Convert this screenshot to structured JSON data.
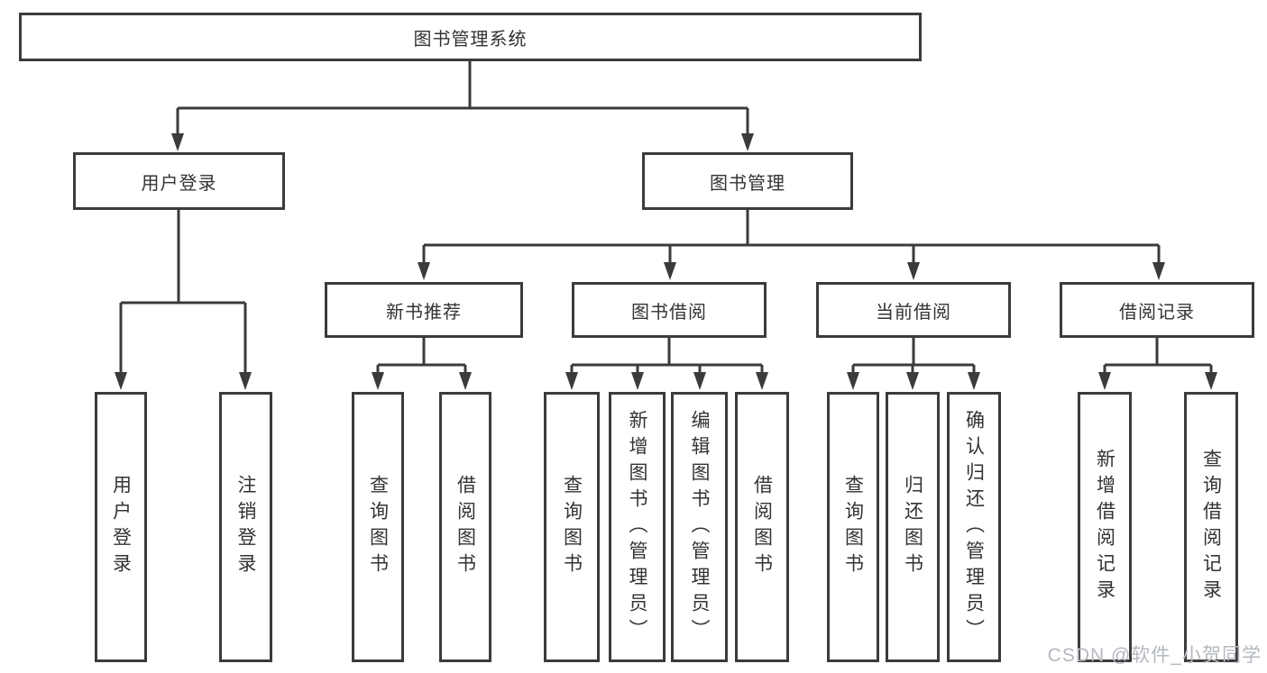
{
  "tree": {
    "root": "图书管理系统",
    "children": [
      {
        "label": "用户登录",
        "children": [
          "用户登录",
          "注销登录"
        ]
      },
      {
        "label": "图书管理",
        "children": [
          {
            "label": "新书推荐",
            "children": [
              "查询图书",
              "借阅图书"
            ]
          },
          {
            "label": "图书借阅",
            "children": [
              "查询图书",
              "新增图书（管理员）",
              "编辑图书（管理员）",
              "借阅图书"
            ]
          },
          {
            "label": "当前借阅",
            "children": [
              "查询图书",
              "归还图书",
              "确认归还（管理员）"
            ]
          },
          {
            "label": "借阅记录",
            "children": [
              "新增借阅记录",
              "查询借阅记录"
            ]
          }
        ]
      }
    ]
  },
  "watermark": {
    "text": "CSDN @软件_小贺同学"
  },
  "colors": {
    "line": "#3b3b3b",
    "text": "#333333",
    "box_background": "#ffffff",
    "watermark": "#b4b8bf"
  }
}
